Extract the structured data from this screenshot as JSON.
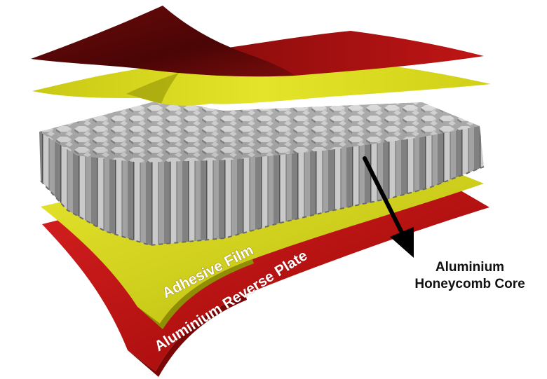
{
  "labels": {
    "adhesive_film": "Adhesive Film",
    "reverse_plate": "Aluminium Reverse Plate",
    "core_line1": "Aluminium",
    "core_line2": "Honeycomb Core"
  },
  "colors": {
    "top_sheet_dark": "#5a0808",
    "top_sheet_red": "#a81010",
    "adhesive_yellow": "#d8d81a",
    "reverse_red": "#c41818",
    "core_gray": "#a8a8a8",
    "arrow": "#000000"
  }
}
